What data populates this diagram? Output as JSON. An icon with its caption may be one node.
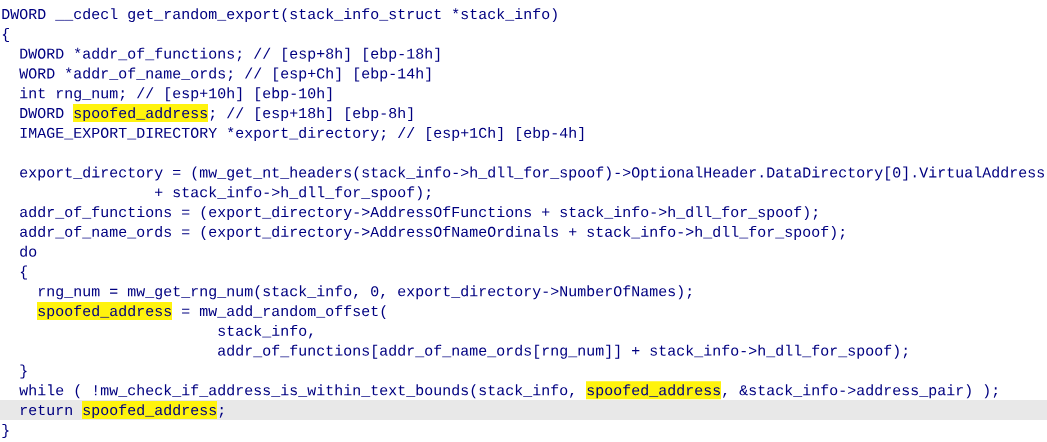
{
  "diagram": {
    "labels": [
      "DWORD __cdecl get_random_export(stack_info_struct *stack_info)",
      "{",
      "DWORD *addr_of_functions; // [esp+8h] [ebp-18h]",
      "WORD *addr_of_name_ords; // [esp+Ch] [ebp-14h]",
      "int rng_num; // [esp+10h] [ebp-10h]",
      "DWORD spoofed_address; // [esp+18h] [ebp-8h]",
      "IMAGE_EXPORT_DIRECTORY *export_directory; // [esp+1Ch] [ebp-4h]",
      "export_directory = (mw_get_nt_headers(stack_info->h_dll_for_spoof)->OptionalHeader.DataDirectory[0].VirtualAddress",
      "+ stack_info->h_dll_for_spoof);",
      "addr_of_functions = (export_directory->AddressOfFunctions + stack_info->h_dll_for_spoof);",
      "addr_of_name_ords = (export_directory->AddressOfNameOrdinals + stack_info->h_dll_for_spoof);",
      "do",
      "{",
      "rng_num = mw_get_rng_num(stack_info, 0, export_directory->NumberOfNames);",
      "spoofed_address = mw_add_random_offset(",
      "stack_info,",
      "addr_of_functions[addr_of_name_ords[rng_num]] + stack_info->h_dll_for_spoof);",
      "}",
      "while ( !mw_check_if_address_is_within_text_bounds(stack_info, spoofed_address, &stack_info->address_pair) );",
      "return spoofed_address;",
      "}"
    ]
  }
}
